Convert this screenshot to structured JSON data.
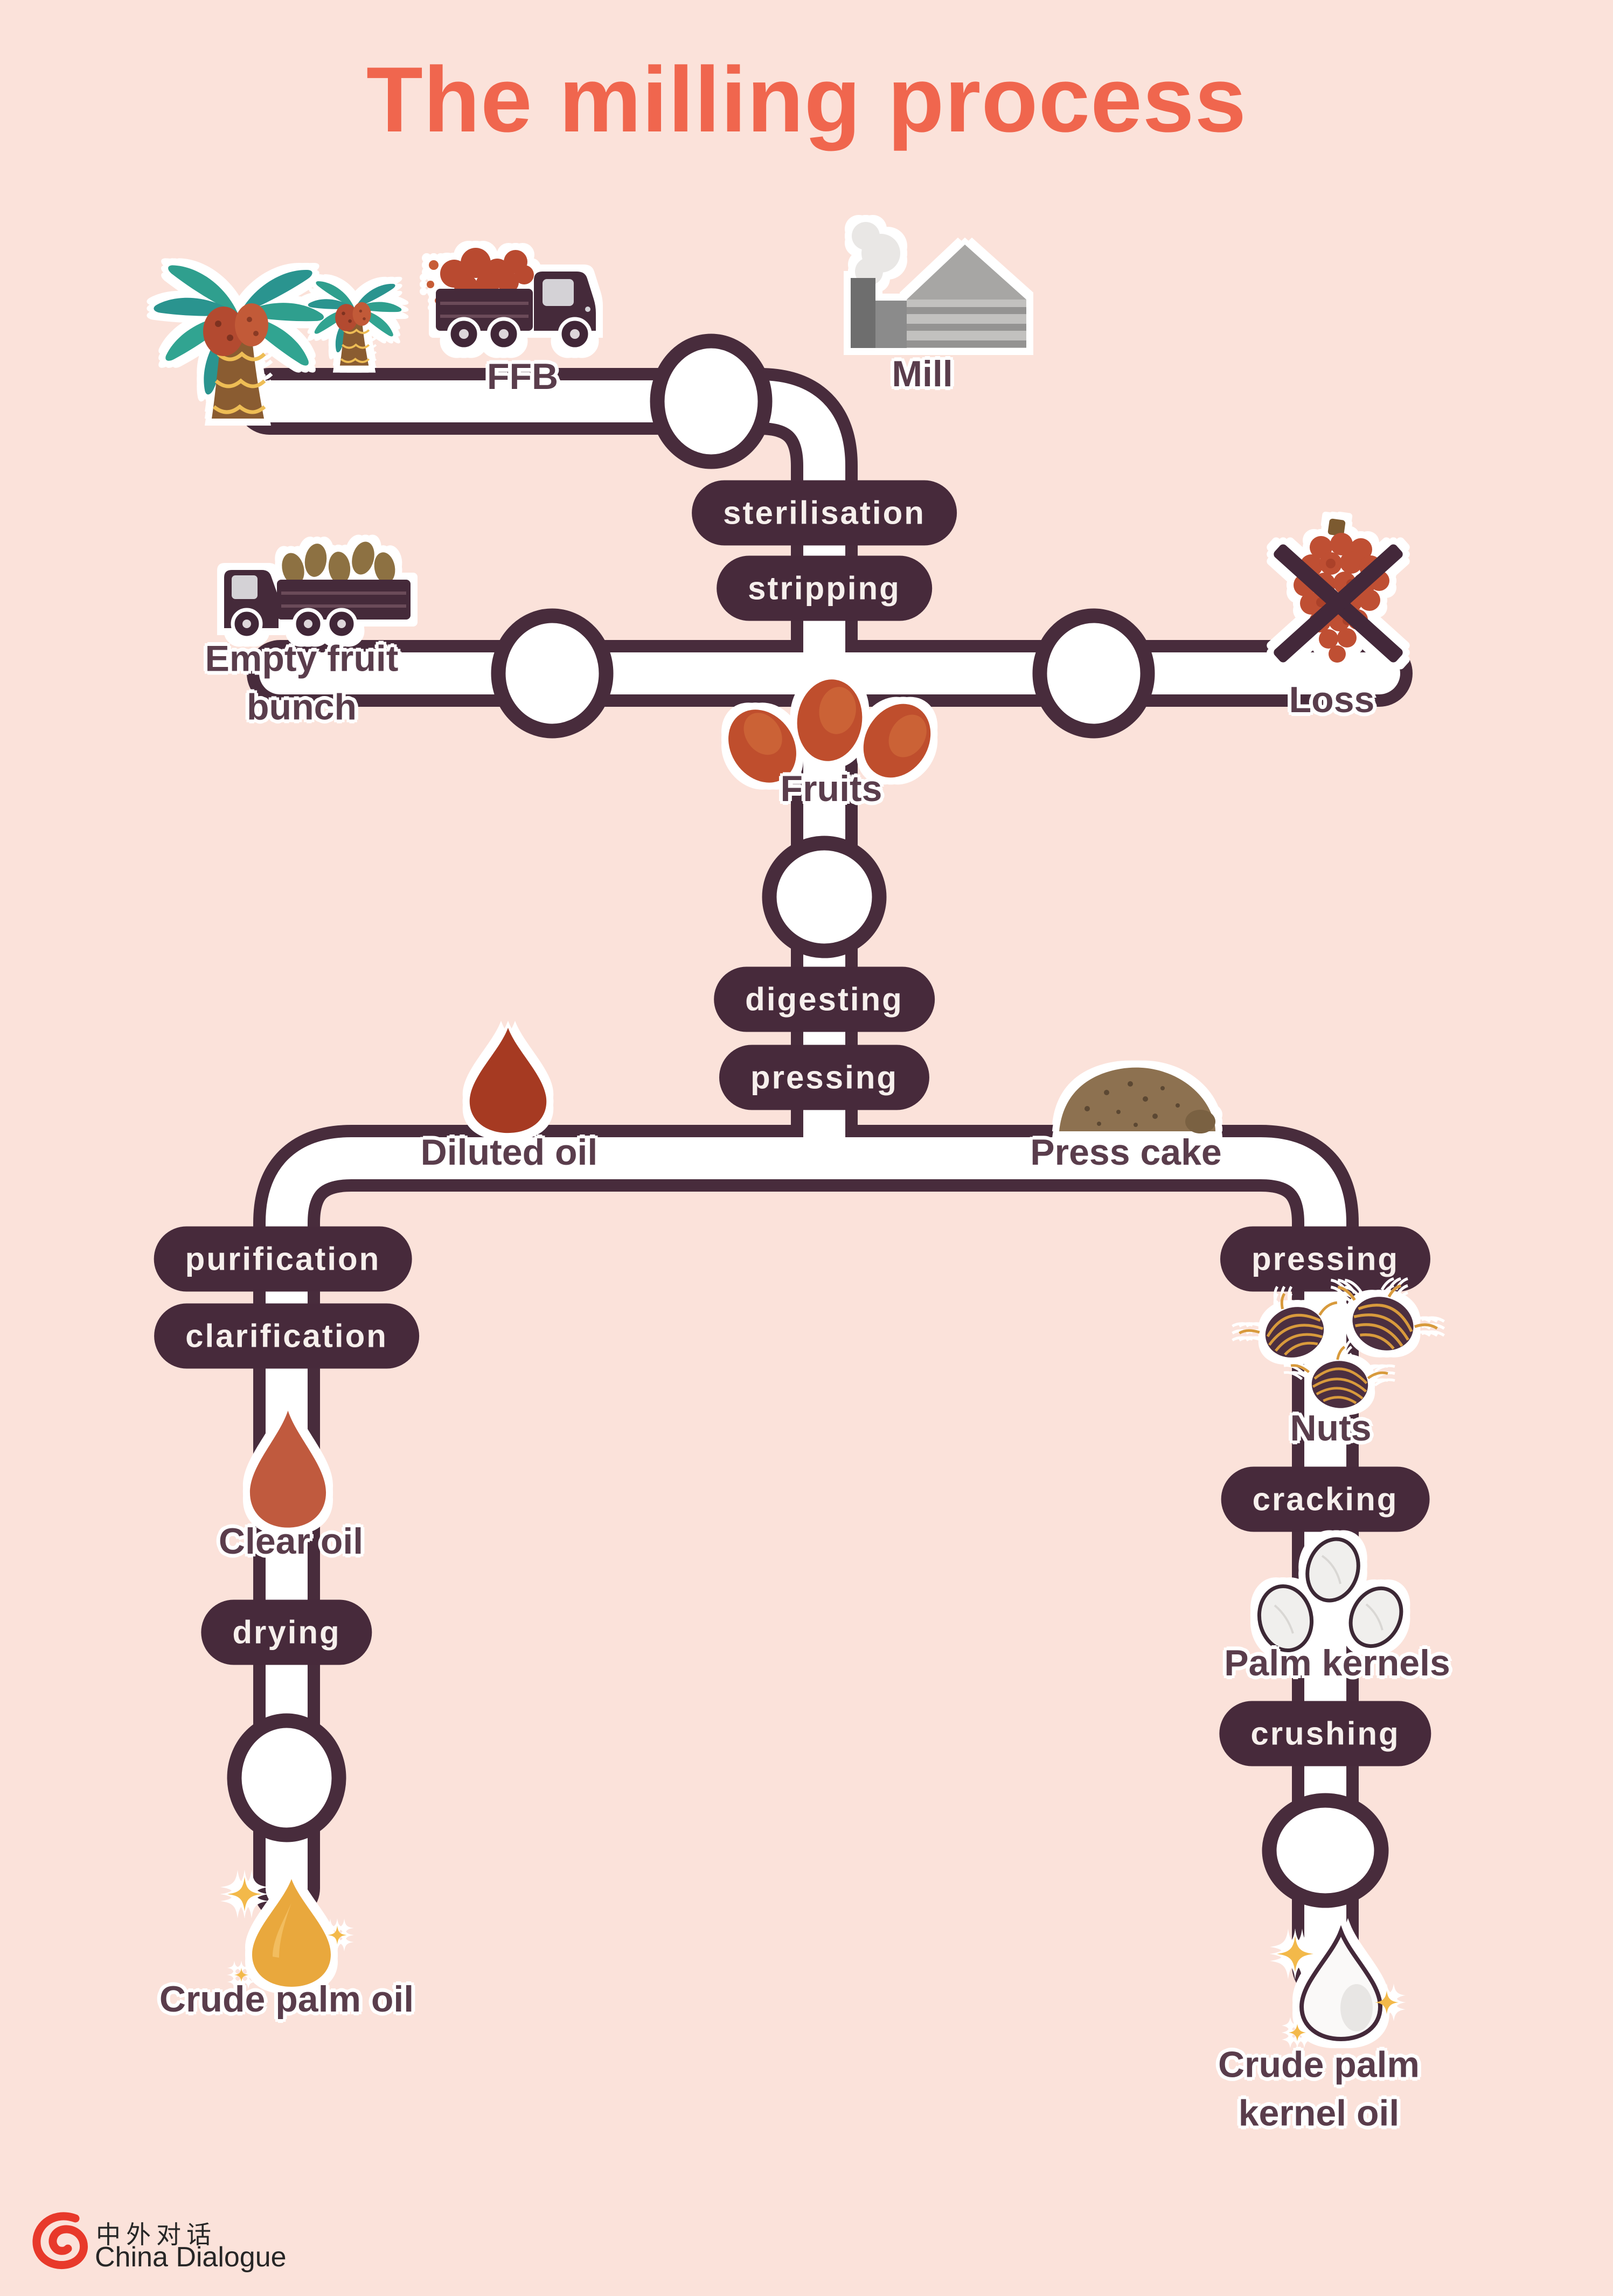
{
  "title": "The milling process",
  "stages": {
    "sterilisation": "sterilisation",
    "stripping": "stripping",
    "digesting": "digesting",
    "pressing_main": "pressing",
    "purification": "purification",
    "clarification": "clarification",
    "drying": "drying",
    "pressing_kernel": "pressing",
    "cracking": "cracking",
    "crushing": "crushing"
  },
  "products": {
    "ffb": "FFB",
    "mill": "Mill",
    "empty_fruit_bunch": "Empty fruit bunch",
    "loss": "Loss",
    "fruits": "Fruits",
    "diluted_oil": "Diluted oil",
    "press_cake": "Press cake",
    "clear_oil": "Clear oil",
    "nuts": "Nuts",
    "palm_kernels": "Palm kernels",
    "crude_palm_oil": "Crude palm oil",
    "crude_palm_kernel_oil": "Crude palm kernel oil"
  },
  "structure": {
    "main_line": [
      "FFB",
      "Mill",
      "sterilisation",
      "stripping",
      "Fruits",
      "digesting",
      "pressing"
    ],
    "stripping_outputs": [
      "Empty fruit bunch",
      "Loss"
    ],
    "pressing_outputs": [
      "Diluted oil",
      "Press cake"
    ],
    "diluted_oil_line": [
      "purification",
      "clarification",
      "Clear oil",
      "drying",
      "Crude palm oil"
    ],
    "press_cake_line": [
      "pressing",
      "Nuts",
      "cracking",
      "Palm kernels",
      "crushing",
      "Crude palm kernel oil"
    ]
  },
  "colors": {
    "background": "#fbe2da",
    "title": "#f0664e",
    "pipe_outline": "#482c3c",
    "pipe_fill": "#ffffff",
    "pill_background": "#472a3b",
    "pill_text": "#f6efec",
    "label_text": "#5a3d4c",
    "sticker_halo": "#ffffff",
    "diluted_oil_drop": "#a63a22",
    "clear_oil_drop": "#c05a3e",
    "crude_palm_oil_drop": "#e9a83d",
    "crude_palm_kernel_oil_drop": "#faf9f8",
    "sparkle": "#f3b94a",
    "logo_red": "#e8392b"
  },
  "footer": {
    "logo_zh": "中外对话",
    "logo_en": "China Dialogue"
  }
}
